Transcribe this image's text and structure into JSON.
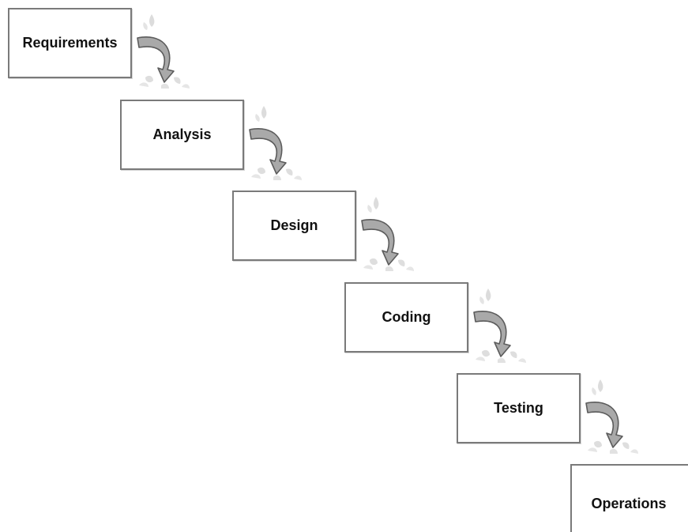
{
  "diagram": {
    "stages": [
      {
        "label": "Requirements"
      },
      {
        "label": "Analysis"
      },
      {
        "label": "Design"
      },
      {
        "label": "Coding"
      },
      {
        "label": "Testing"
      },
      {
        "label": "Operations"
      }
    ],
    "connector_icon": "curved-down-arrow-icon",
    "colors": {
      "box_border": "#7a7a7a",
      "arrow_fill": "#a9a9a9",
      "arrow_stroke": "#5c5c5c",
      "splash": "#d9d9d9"
    }
  }
}
